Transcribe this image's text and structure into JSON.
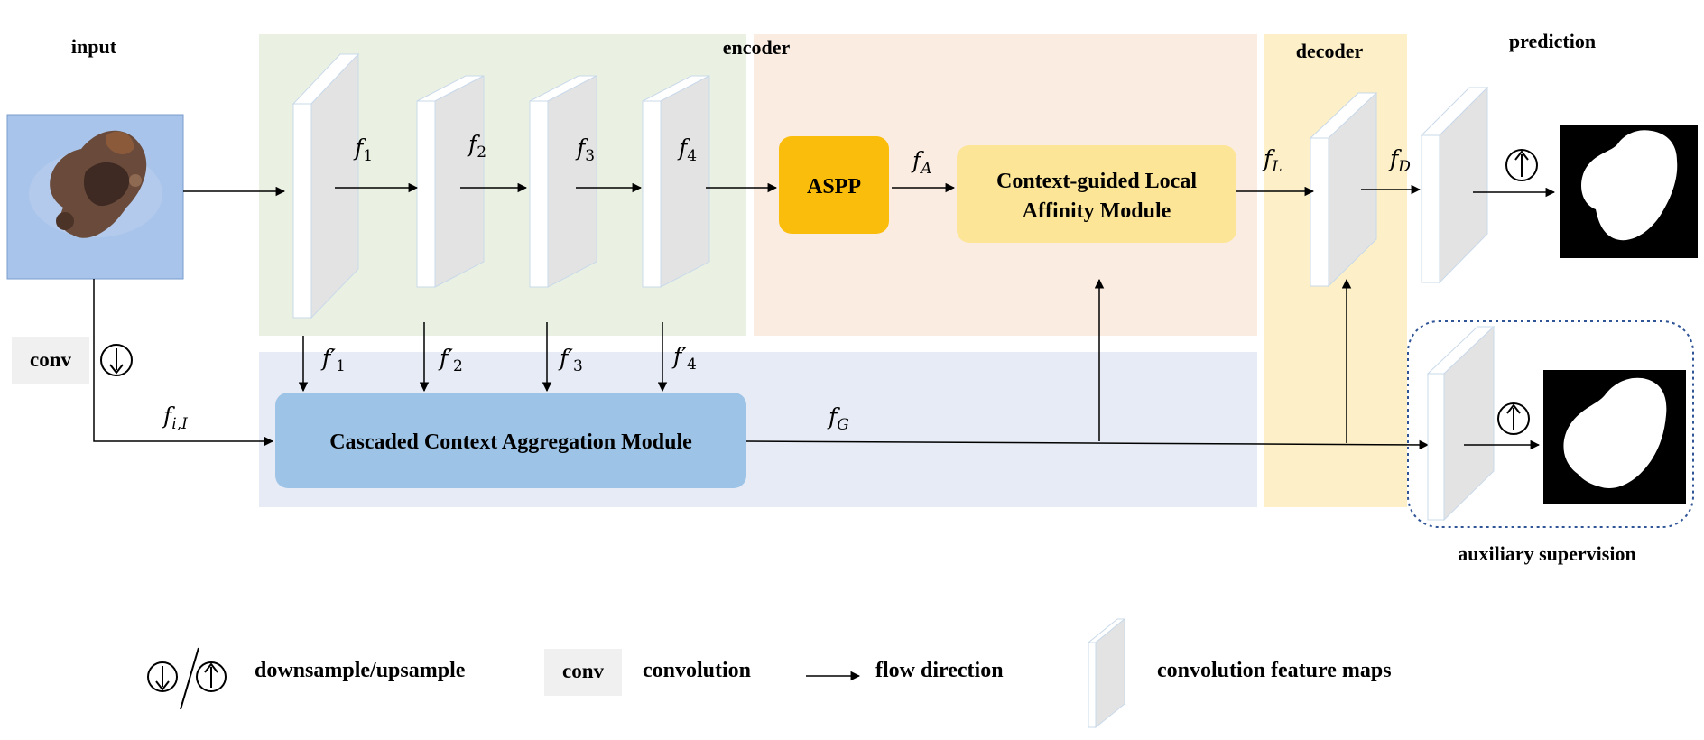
{
  "title_labels": {
    "input": "input",
    "encoder": "encoder",
    "decoder": "decoder",
    "prediction": "prediction",
    "auxiliary": "auxiliary supervision"
  },
  "modules": {
    "aspp": "ASPP",
    "clam_line1": "Context-guided Local",
    "clam_line2": "Affinity Module",
    "ccam": "Cascaded Context Aggregation Module",
    "conv": "conv"
  },
  "features": {
    "f1": {
      "base": "f",
      "sub": "1"
    },
    "f2": {
      "base": "f",
      "sub": "2"
    },
    "f3": {
      "base": "f",
      "sub": "3"
    },
    "f4": {
      "base": "f",
      "sub": "4"
    },
    "fA": {
      "base": "f",
      "sub": "A"
    },
    "fL": {
      "base": "f",
      "sub": "L"
    },
    "fD": {
      "base": "f",
      "sub": "D"
    },
    "fG": {
      "base": "f",
      "sub": "G"
    },
    "fiI": {
      "base": "f",
      "sub": "i,I"
    },
    "fp1": {
      "base": "f′",
      "sub": "1"
    },
    "fp2": {
      "base": "f′",
      "sub": "2"
    },
    "fp3": {
      "base": "f′",
      "sub": "3"
    },
    "fp4": {
      "base": "f′",
      "sub": "4"
    }
  },
  "legend": {
    "updown": "downsample/upsample",
    "conv_box": "conv",
    "conv_text": "convolution",
    "flow": "flow direction",
    "maps": "convolution feature maps"
  },
  "colors": {
    "encoder_bg": "#eaf1e3",
    "context_bg": "#fbece1",
    "decoder_bg": "#fdf0c8",
    "bottom_bg": "#e6ebf5",
    "aspp": "#fbbd0b",
    "clam": "#fde597",
    "ccam": "#9dc3e6",
    "conv_bg": "#f0f0f0",
    "aux_border": "#2f5597"
  }
}
